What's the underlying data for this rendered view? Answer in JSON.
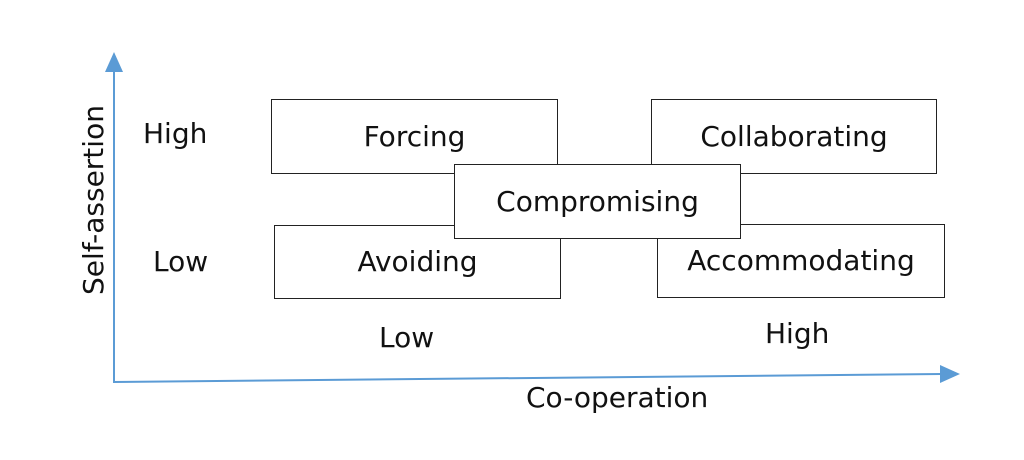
{
  "diagram": {
    "y_axis": {
      "title": "Self-assertion",
      "levels": [
        "High",
        "Low"
      ]
    },
    "x_axis": {
      "title": "Co-operation",
      "levels": [
        "Low",
        "High"
      ]
    },
    "styles": [
      "Forcing",
      "Collaborating",
      "Compromising",
      "Avoiding",
      "Accommodating"
    ],
    "colors": {
      "axis": "#5b9bd5",
      "box_border": "#222222",
      "text": "#111111"
    }
  }
}
